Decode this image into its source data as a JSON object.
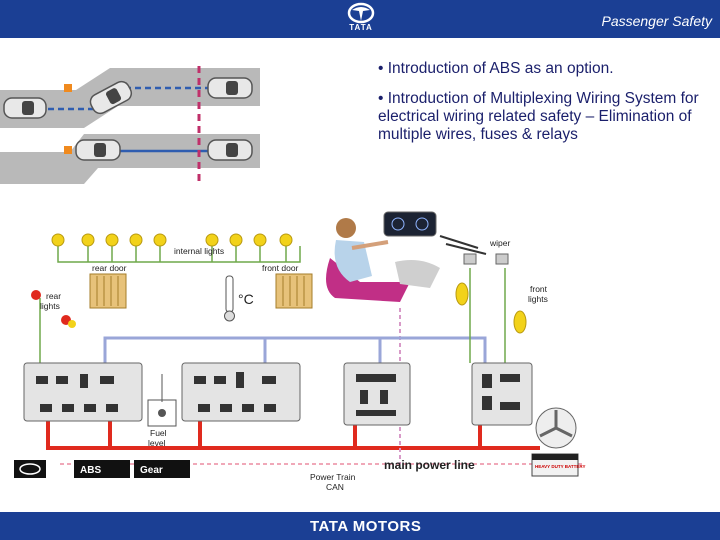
{
  "header": {
    "title": "Passenger Safety",
    "logo_text": "TATA",
    "colors": {
      "bar": "#1b3f94",
      "text": "#ffffff"
    }
  },
  "footer": {
    "brand": "TATA MOTORS"
  },
  "bullets": [
    "• Introduction of ABS as an option.",
    "• Introduction of Multiplexing Wiring System for electrical wiring related safety – Elimination of multiple wires, fuses & relays"
  ],
  "diagram": {
    "labels": {
      "internal_lights": "internal lights",
      "rear_door": "rear door",
      "front_door": "front door",
      "rear_lights": "rear lights",
      "temperature": "°C",
      "wiper": "wiper",
      "front_lights": "front lights",
      "fuel_level": "Fuel level",
      "abs": "ABS",
      "gear": "Gear",
      "power_train_can": "Power Train CAN",
      "main_power_line": "main power line",
      "battery": "HEAVY DUTY BATTERY"
    },
    "colors": {
      "power_line": "#e02a1e",
      "can_line": "#f0a8b8",
      "bus_line": "#9aa6d8",
      "bulb": "#f2d21a",
      "marker": "#f08a1e",
      "barrier": "#c0306a"
    }
  }
}
